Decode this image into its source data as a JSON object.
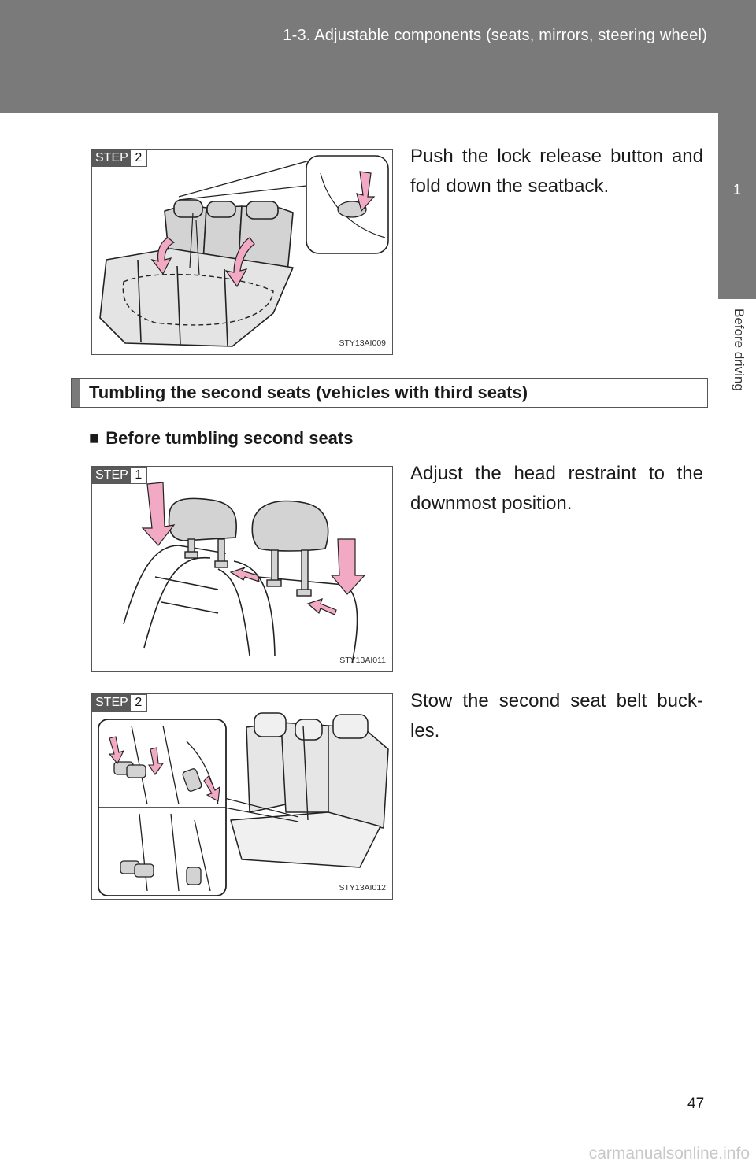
{
  "header": {
    "title": "1-3. Adjustable components (seats, mirrors, steering wheel)"
  },
  "side_tab": {
    "chapter_number": "1",
    "chapter_label": "Before driving"
  },
  "figures": [
    {
      "step_word": "STEP",
      "step_number": "2",
      "code": "STY13AI009",
      "text": "Push the lock release button and fold down the seatback."
    },
    {
      "step_word": "STEP",
      "step_number": "1",
      "code": "STY13AI011",
      "text": "Adjust the head restraint to the downmost position."
    },
    {
      "step_word": "STEP",
      "step_number": "2",
      "code": "STY13AI012",
      "text": "Stow the second seat belt buck-les."
    }
  ],
  "section": {
    "title": "Tumbling the second seats (vehicles with third seats)",
    "subheading_marker": "■",
    "subheading": "Before tumbling second seats"
  },
  "footer": {
    "page_number": "47",
    "watermark": "carmanualsonline.info"
  },
  "colors": {
    "header_gray": "#7a7a7a",
    "arrow_pink": "#f2a9c4",
    "seat_gray": "#d3d3d3"
  }
}
